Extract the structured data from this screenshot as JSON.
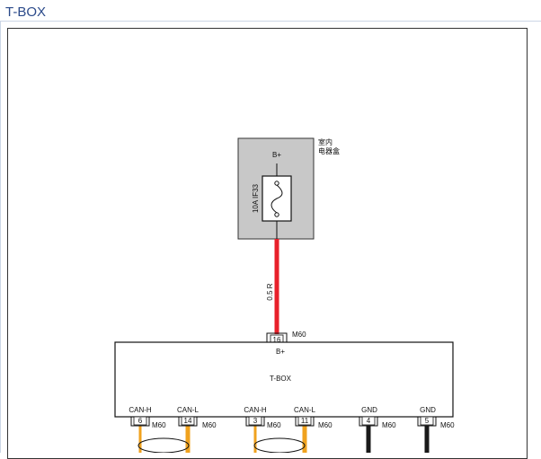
{
  "page": {
    "title": "T-BOX"
  },
  "fuse_box": {
    "label_line1": "室内",
    "label_line2": "电器盒",
    "supply_label": "B+",
    "fuse_label": "10A  IF33"
  },
  "power_wire": {
    "label": "0.5 R",
    "color": "#e8202a"
  },
  "module": {
    "name": "T-BOX",
    "supply_pin_label": "B+",
    "supply_pin": {
      "number": "16",
      "connector": "M60"
    },
    "pins": [
      {
        "label": "CAN-H",
        "number": "6",
        "connector": "M60",
        "wire_color": "#f0a21e"
      },
      {
        "label": "CAN-L",
        "number": "14",
        "connector": "M60",
        "wire_color": "#f0a21e"
      },
      {
        "label": "CAN-H",
        "number": "3",
        "connector": "M60",
        "wire_color": "#f0a21e"
      },
      {
        "label": "CAN-L",
        "number": "11",
        "connector": "M60",
        "wire_color": "#f0a21e"
      },
      {
        "label": "GND",
        "number": "4",
        "connector": "M60",
        "wire_color": "#1a1a1a"
      },
      {
        "label": "GND",
        "number": "5",
        "connector": "M60",
        "wire_color": "#1a1a1a"
      }
    ]
  },
  "colors": {
    "fuse_box_fill": "#c8c8c8",
    "power_wire": "#e8202a",
    "can_wire": "#f0a21e",
    "ground_wire": "#1a1a1a",
    "title": "#2b4a8a"
  }
}
